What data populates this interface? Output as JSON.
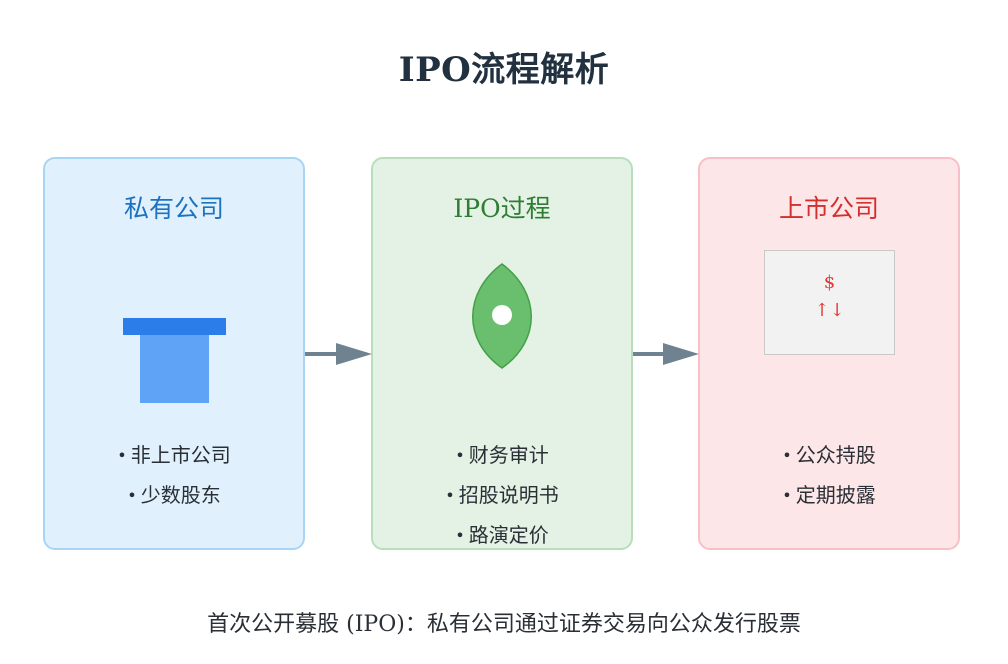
{
  "title": "IPO流程解析",
  "colors": {
    "private_bg": "#e0f0fc",
    "private_border": "#a9d5f5",
    "private_accent": "#1d73c1",
    "ipo_bg": "#e3f2e4",
    "ipo_border": "#b8dfbb",
    "ipo_accent": "#2e7d32",
    "public_bg": "#fde6e8",
    "public_border": "#f8c0c6",
    "public_accent": "#d32f2f",
    "arrow": "#6f8290"
  },
  "cards": [
    {
      "id": "private",
      "title": "私有公司",
      "icon": "building-icon",
      "bullets": [
        "非上市公司",
        "少数股东"
      ]
    },
    {
      "id": "ipo",
      "title": "IPO过程",
      "icon": "leaf-process-icon",
      "bullets": [
        "财务审计",
        "招股说明书",
        "路演定价"
      ]
    },
    {
      "id": "public",
      "title": "上市公司",
      "icon": "stock-market-icon",
      "icon_text": [
        "$",
        "↑↓"
      ],
      "bullets": [
        "公众持股",
        "定期披露"
      ]
    }
  ],
  "bullet_symbol": "•",
  "footer": "首次公开募股 (IPO)：私有公司通过证券交易向公众发行股票"
}
